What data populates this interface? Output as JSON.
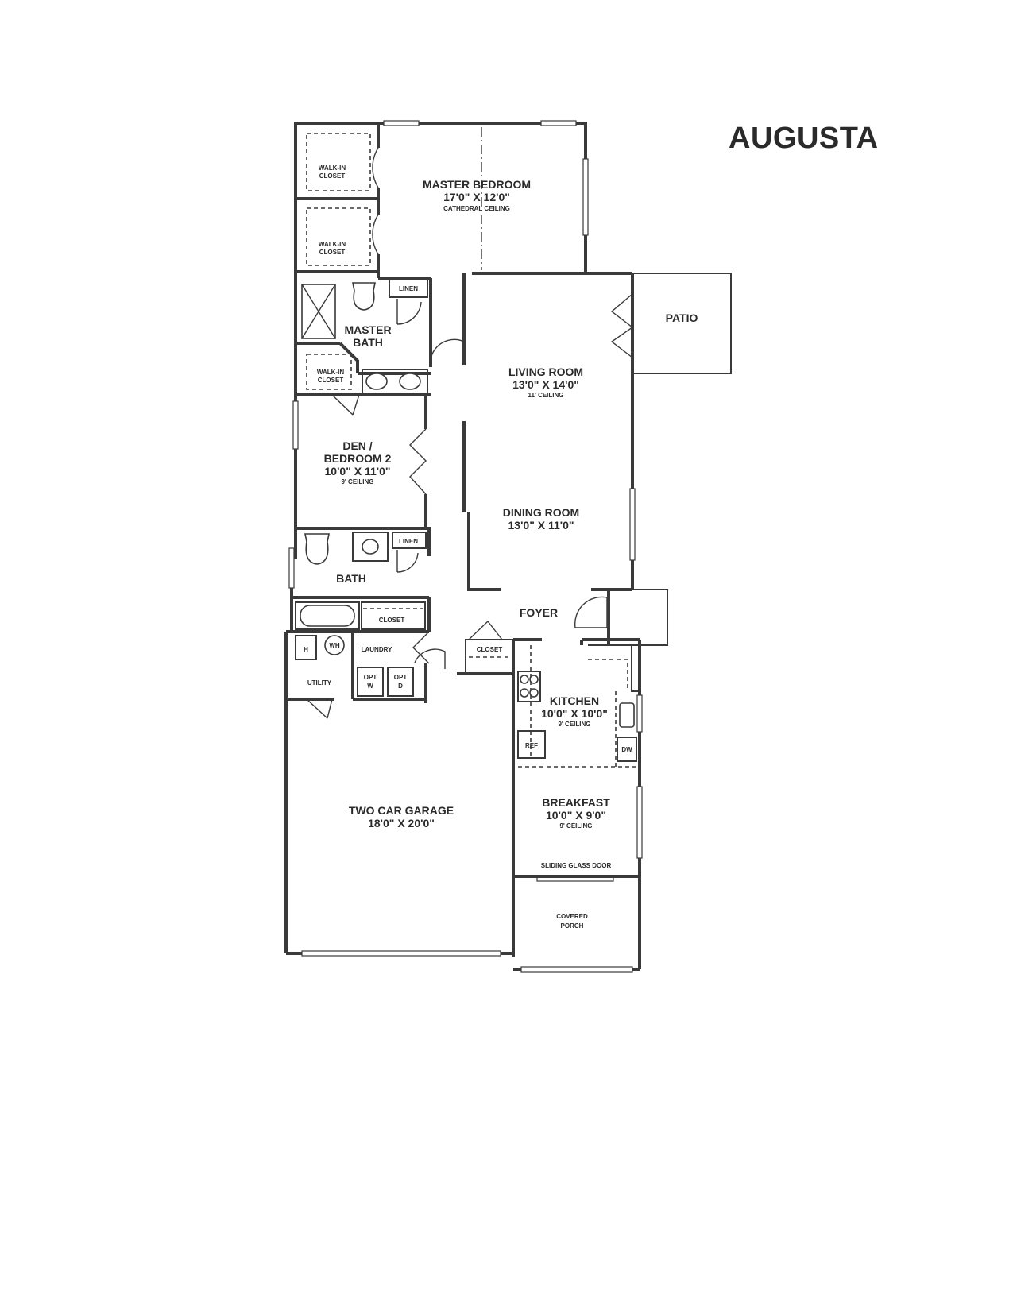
{
  "plan_title": "AUGUSTA",
  "rooms": {
    "master_bedroom": {
      "name": "MASTER BEDROOM",
      "size": "17'0\" X 12'0\"",
      "note": "CATHEDRAL CEILING"
    },
    "walk_in_closet_1": {
      "line1": "WALK-IN",
      "line2": "CLOSET"
    },
    "walk_in_closet_2": {
      "line1": "WALK-IN",
      "line2": "CLOSET"
    },
    "walk_in_closet_3": {
      "line1": "WALK-IN",
      "line2": "CLOSET"
    },
    "master_bath": {
      "line1": "MASTER",
      "line2": "BATH",
      "linen": "LINEN"
    },
    "patio": {
      "name": "PATIO"
    },
    "living_room": {
      "name": "LIVING ROOM",
      "size": "13'0\" X 14'0\"",
      "note": "11' CEILING"
    },
    "den": {
      "line1": "DEN /",
      "line2": "BEDROOM 2",
      "size": "10'0\" X 11'0\"",
      "note": "9' CEILING"
    },
    "dining_room": {
      "name": "DINING ROOM",
      "size": "13'0\" X 11'0\""
    },
    "bath": {
      "name": "BATH",
      "linen": "LINEN",
      "closet": "CLOSET"
    },
    "foyer": {
      "name": "FOYER",
      "closet": "CLOSET"
    },
    "utility": {
      "name": "UTILITY",
      "heater": "H",
      "water_heater": "WH"
    },
    "laundry": {
      "name": "LAUNDRY",
      "washer_1": "OPT",
      "washer_2": "W",
      "dryer_1": "OPT",
      "dryer_2": "D"
    },
    "kitchen": {
      "name": "KITCHEN",
      "size": "10'0\" X 10'0\"",
      "note": "9' CEILING",
      "fridge": "REF",
      "dishwasher": "DW"
    },
    "garage": {
      "name": "TWO CAR GARAGE",
      "size": "18'0\" X 20'0\""
    },
    "breakfast": {
      "name": "BREAKFAST",
      "size": "10'0\" X 9'0\"",
      "note": "9' CEILING",
      "door": "SLIDING GLASS DOOR"
    },
    "covered_porch": {
      "line1": "COVERED",
      "line2": "PORCH"
    }
  }
}
